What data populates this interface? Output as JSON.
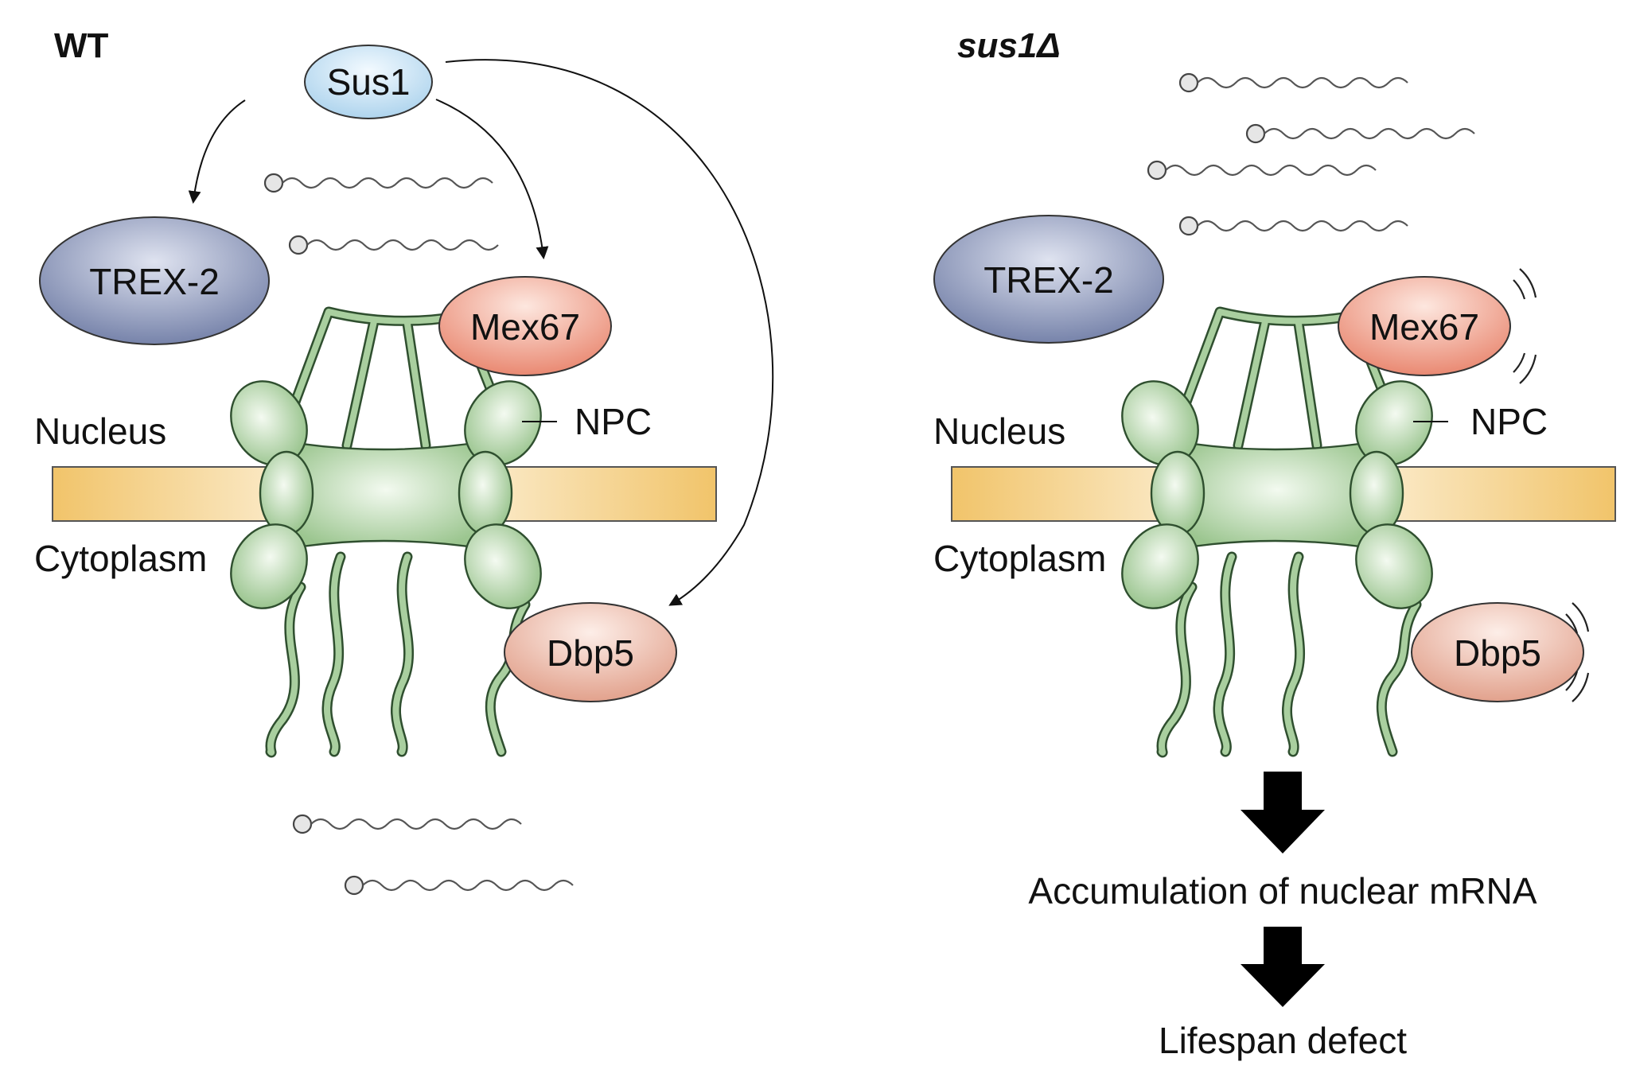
{
  "panels": {
    "wt": {
      "title": "WT",
      "sus1": "Sus1",
      "trex2": "TREX-2",
      "mex67": "Mex67",
      "npc": "NPC",
      "dbp5": "Dbp5",
      "nucleus": "Nucleus",
      "cytoplasm": "Cytoplasm"
    },
    "mutant": {
      "title": "sus1Δ",
      "trex2": "TREX-2",
      "mex67": "Mex67",
      "npc": "NPC",
      "dbp5": "Dbp5",
      "nucleus": "Nucleus",
      "cytoplasm": "Cytoplasm",
      "outcome_1": "Accumulation of nuclear mRNA",
      "outcome_2": "Lifespan defect"
    }
  },
  "colors": {
    "sus1": "#cfe6f5",
    "trex2": "#8390b4",
    "mex67": "#ef9c86",
    "dbp5": "#eeb3a0",
    "npc": "#b9d8b0",
    "membrane": "#f4cf82"
  }
}
